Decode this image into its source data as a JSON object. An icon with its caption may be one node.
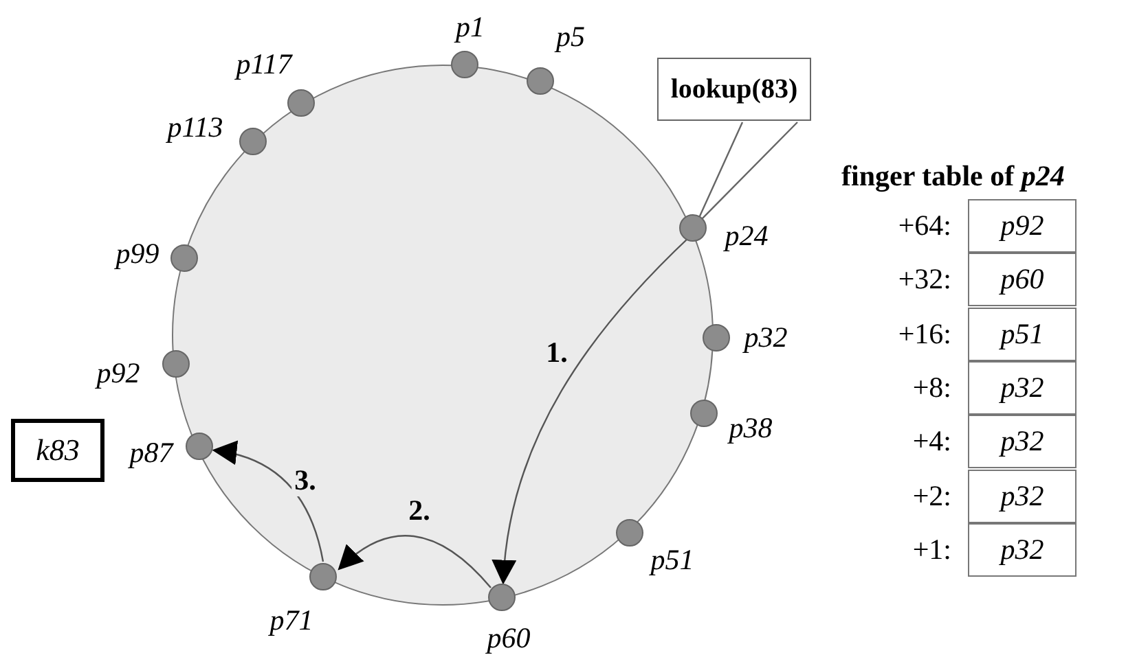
{
  "diagram": {
    "nodes": [
      {
        "text": [],
        "shape": "circle",
        "beside": [
          "p1"
        ]
      },
      {
        "text": [],
        "shape": "circle",
        "beside": [
          "p5"
        ]
      },
      {
        "text": [],
        "shape": "circle",
        "beside": [
          "p117"
        ]
      },
      {
        "text": [],
        "shape": "circle",
        "beside": [
          "p113"
        ]
      },
      {
        "text": [
          "lookup(83)"
        ]
      },
      {
        "text": [],
        "shape": "circle",
        "beside": [
          "p24"
        ]
      },
      {
        "text": [],
        "shape": "circle",
        "beside": [
          "p99"
        ]
      },
      {
        "text": [],
        "shape": "circle",
        "beside": [
          "p32"
        ]
      },
      {
        "text": [],
        "shape": "circle",
        "beside": [
          "p92"
        ]
      },
      {
        "text": [],
        "shape": "circle",
        "beside": [
          "p38"
        ]
      },
      {
        "text": [
          "k83"
        ]
      },
      {
        "text": [],
        "shape": "circle",
        "beside": [
          "p87"
        ]
      },
      {
        "text": [],
        "shape": "circle",
        "beside": [
          "p51"
        ]
      },
      {
        "text": [],
        "shape": "circle",
        "beside": [
          "p71"
        ]
      },
      {
        "text": [],
        "shape": "circle",
        "beside": [
          "p60"
        ]
      }
    ],
    "edges": [
      {
        "from": 4,
        "to": 5,
        "arrow": "none"
      },
      {
        "from": 5,
        "to": 14,
        "arrow": "to",
        "label": "1."
      },
      {
        "from": 14,
        "to": 13,
        "arrow": "to",
        "label": "2."
      },
      {
        "from": 13,
        "to": 11,
        "arrow": "to",
        "label": "3."
      }
    ],
    "labels": [
      "finger table of *p24*",
      "+64:",
      "p92",
      "+32:",
      "p60",
      "+16:",
      "p51",
      "+8:",
      "p32",
      "+4:",
      "p32",
      "+2:",
      "p32",
      "+1:",
      "p32"
    ]
  }
}
